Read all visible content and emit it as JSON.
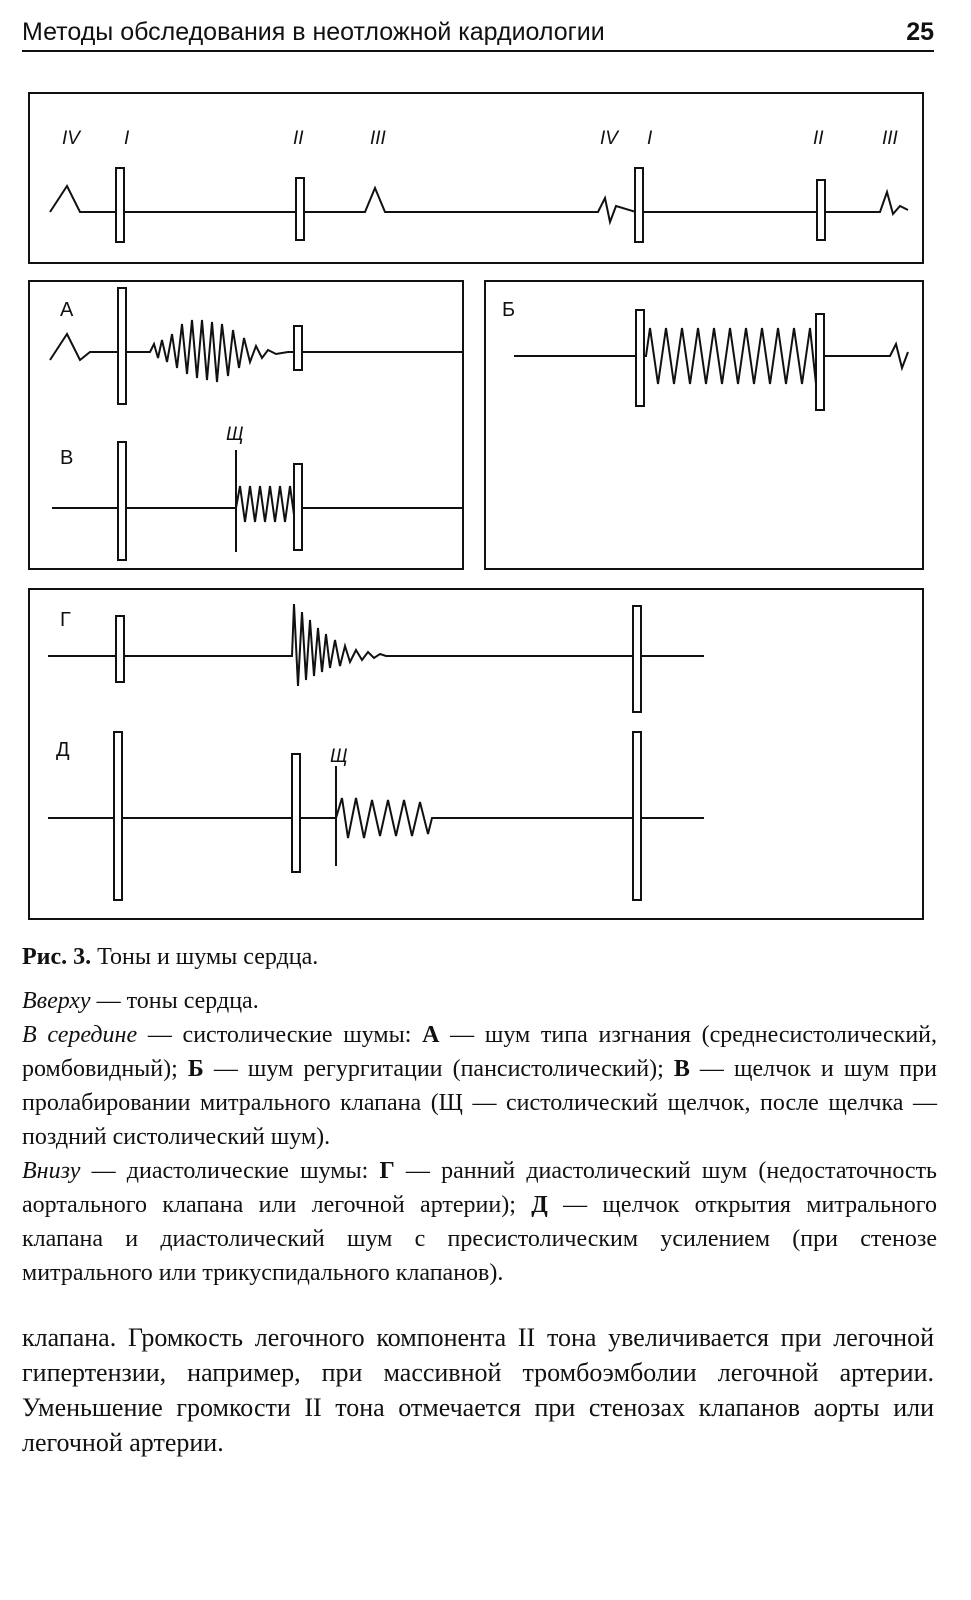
{
  "header": {
    "running_title": "Методы обследования в неотложной кардиологии",
    "page_number": "25"
  },
  "figure": {
    "tone_labels": {
      "first_cycle": [
        "IV",
        "I",
        "II",
        "III"
      ],
      "second_cycle": [
        "IV",
        "I",
        "II",
        "III"
      ]
    },
    "panel_labels": {
      "a": "А",
      "b": "Б",
      "v": "В",
      "g": "Г",
      "d": "Д"
    },
    "click_label": "Щ"
  },
  "caption": {
    "fig_ref": "Рис. 3.",
    "fig_title": "Тоны и шумы сердца.",
    "top_lead": "Вверху",
    "top_text": " — тоны сердца.",
    "middle_lead": "В середине",
    "middle_text_1": " — систолические шумы: ",
    "a_letter": "А",
    "a_text": " — шум типа изгнания (среднесистолический, ромбовидный); ",
    "b_letter": "Б",
    "b_text": " — шум регургитации (пансистолический); ",
    "v_letter": "В",
    "v_text": " — щелчок и шум при пролабировании митрального клапана (Щ — систолический щелчок, после щелчка — поздний систолический шум).",
    "bottom_lead": "Внизу",
    "bottom_text_1": " — диастолические шумы: ",
    "g_letter": "Г",
    "g_text": " — ранний диастолический шум (недостаточность аортального клапана или легочной артерии); ",
    "d_letter": "Д",
    "d_text": " — щелчок открытия митрального клапана и диастолический шум с пресистолическим усилением (при стенозе митрального или трикуспидального клапанов)."
  },
  "body": {
    "paragraph": "клапана. Громкость легочного компонента II тона увеличивается при легочной гипертензии, например, при массивной тромбоэмболии легочной артерии. Уменьшение громкости II тона отмечается при стенозах клапанов аорты или легочной артерии."
  }
}
